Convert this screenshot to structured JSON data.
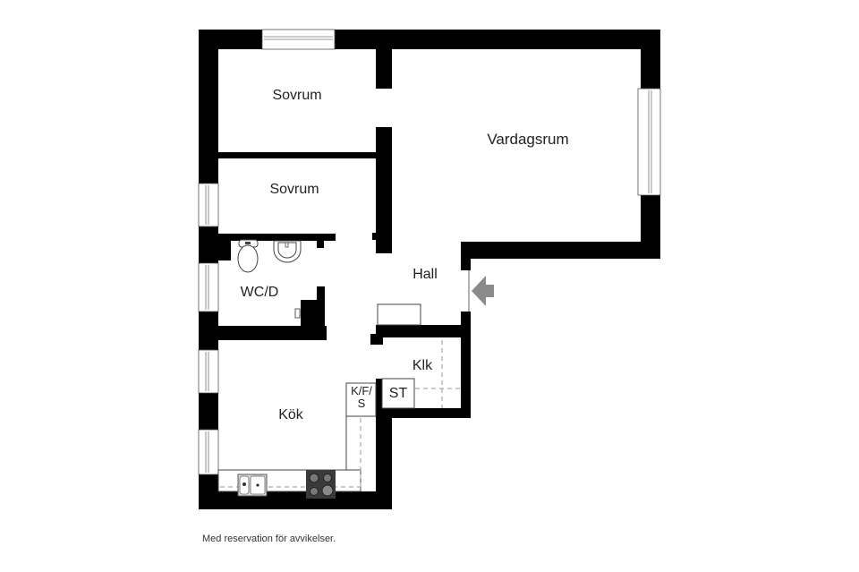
{
  "floorplan": {
    "rooms": [
      {
        "id": "sovrum-1",
        "label": "Sovrum"
      },
      {
        "id": "sovrum-2",
        "label": "Sovrum"
      },
      {
        "id": "vardagsrum",
        "label": "Vardagsrum"
      },
      {
        "id": "wc-d",
        "label": "WC/D"
      },
      {
        "id": "hall",
        "label": "Hall"
      },
      {
        "id": "klk",
        "label": "Klk"
      },
      {
        "id": "kok",
        "label": "Kök"
      },
      {
        "id": "st",
        "label": "ST"
      }
    ],
    "kfs_line1": "K/F/",
    "kfs_line2": "S",
    "entrance_icon": "entrance-arrow-icon",
    "colors": {
      "wall": "#000000",
      "entrance_arrow": "#8a8a8a",
      "stove": "#3a3a3a"
    }
  },
  "footer": {
    "disclaimer": "Med reservation för avvikelser."
  }
}
